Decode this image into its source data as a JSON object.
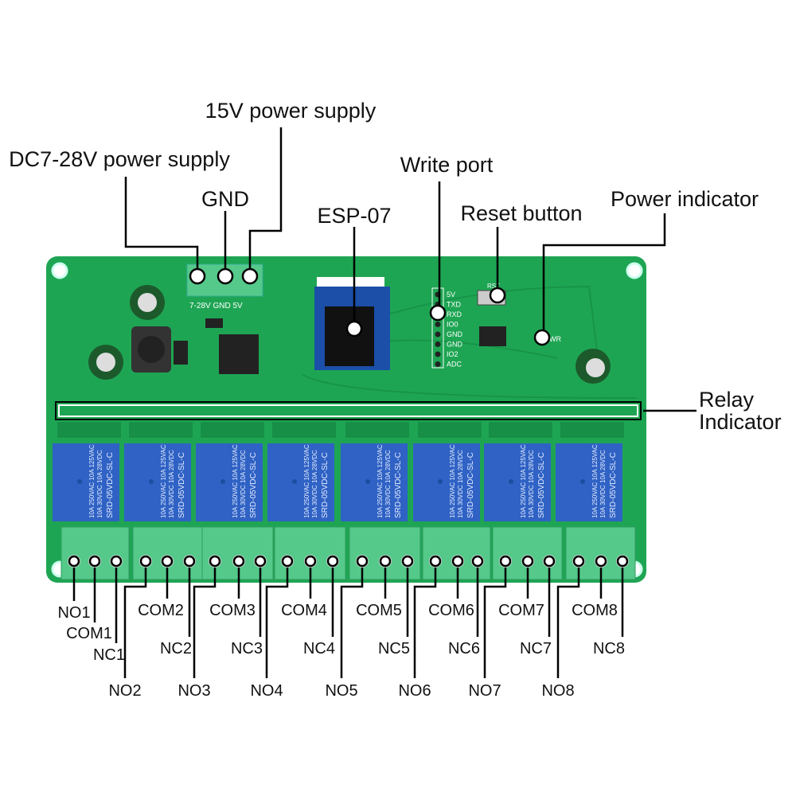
{
  "top_labels": {
    "v15": "15V power supply",
    "dc": "DC7-28V power supply",
    "gnd": "GND",
    "esp": "ESP-07",
    "write": "Write port",
    "reset": "Reset button",
    "power": "Power indicator",
    "relay_ind_1": "Relay",
    "relay_ind_2": "Indicator"
  },
  "board": {
    "terminal_silk": "7-28V GND  5V",
    "header_pins": [
      "5V",
      "TXD",
      "RXD",
      "IO0",
      "GND",
      "GND",
      "IO2",
      "ADC"
    ],
    "led_label": "WR",
    "reset_silk": "RST",
    "relay_text": [
      "10A 250VAC  10A 125VAC",
      "10A 30VDC  10A 28VDC",
      "SRD-05VDC-SL-C"
    ],
    "colors": {
      "pcb": "#1ea553",
      "relay": "#2f62c4",
      "terminal": "#55c98a"
    }
  },
  "channels": [
    {
      "no": "NO1",
      "com": "COM1",
      "nc": "NC1"
    },
    {
      "no": "NO2",
      "com": "COM2",
      "nc": "NC2"
    },
    {
      "no": "NO3",
      "com": "COM3",
      "nc": "NC3"
    },
    {
      "no": "NO4",
      "com": "COM4",
      "nc": "NC4"
    },
    {
      "no": "NO5",
      "com": "COM5",
      "nc": "NC5"
    },
    {
      "no": "NO6",
      "com": "COM6",
      "nc": "NC6"
    },
    {
      "no": "NO7",
      "com": "COM7",
      "nc": "NC7"
    },
    {
      "no": "NO8",
      "com": "COM8",
      "nc": "NC8"
    }
  ]
}
